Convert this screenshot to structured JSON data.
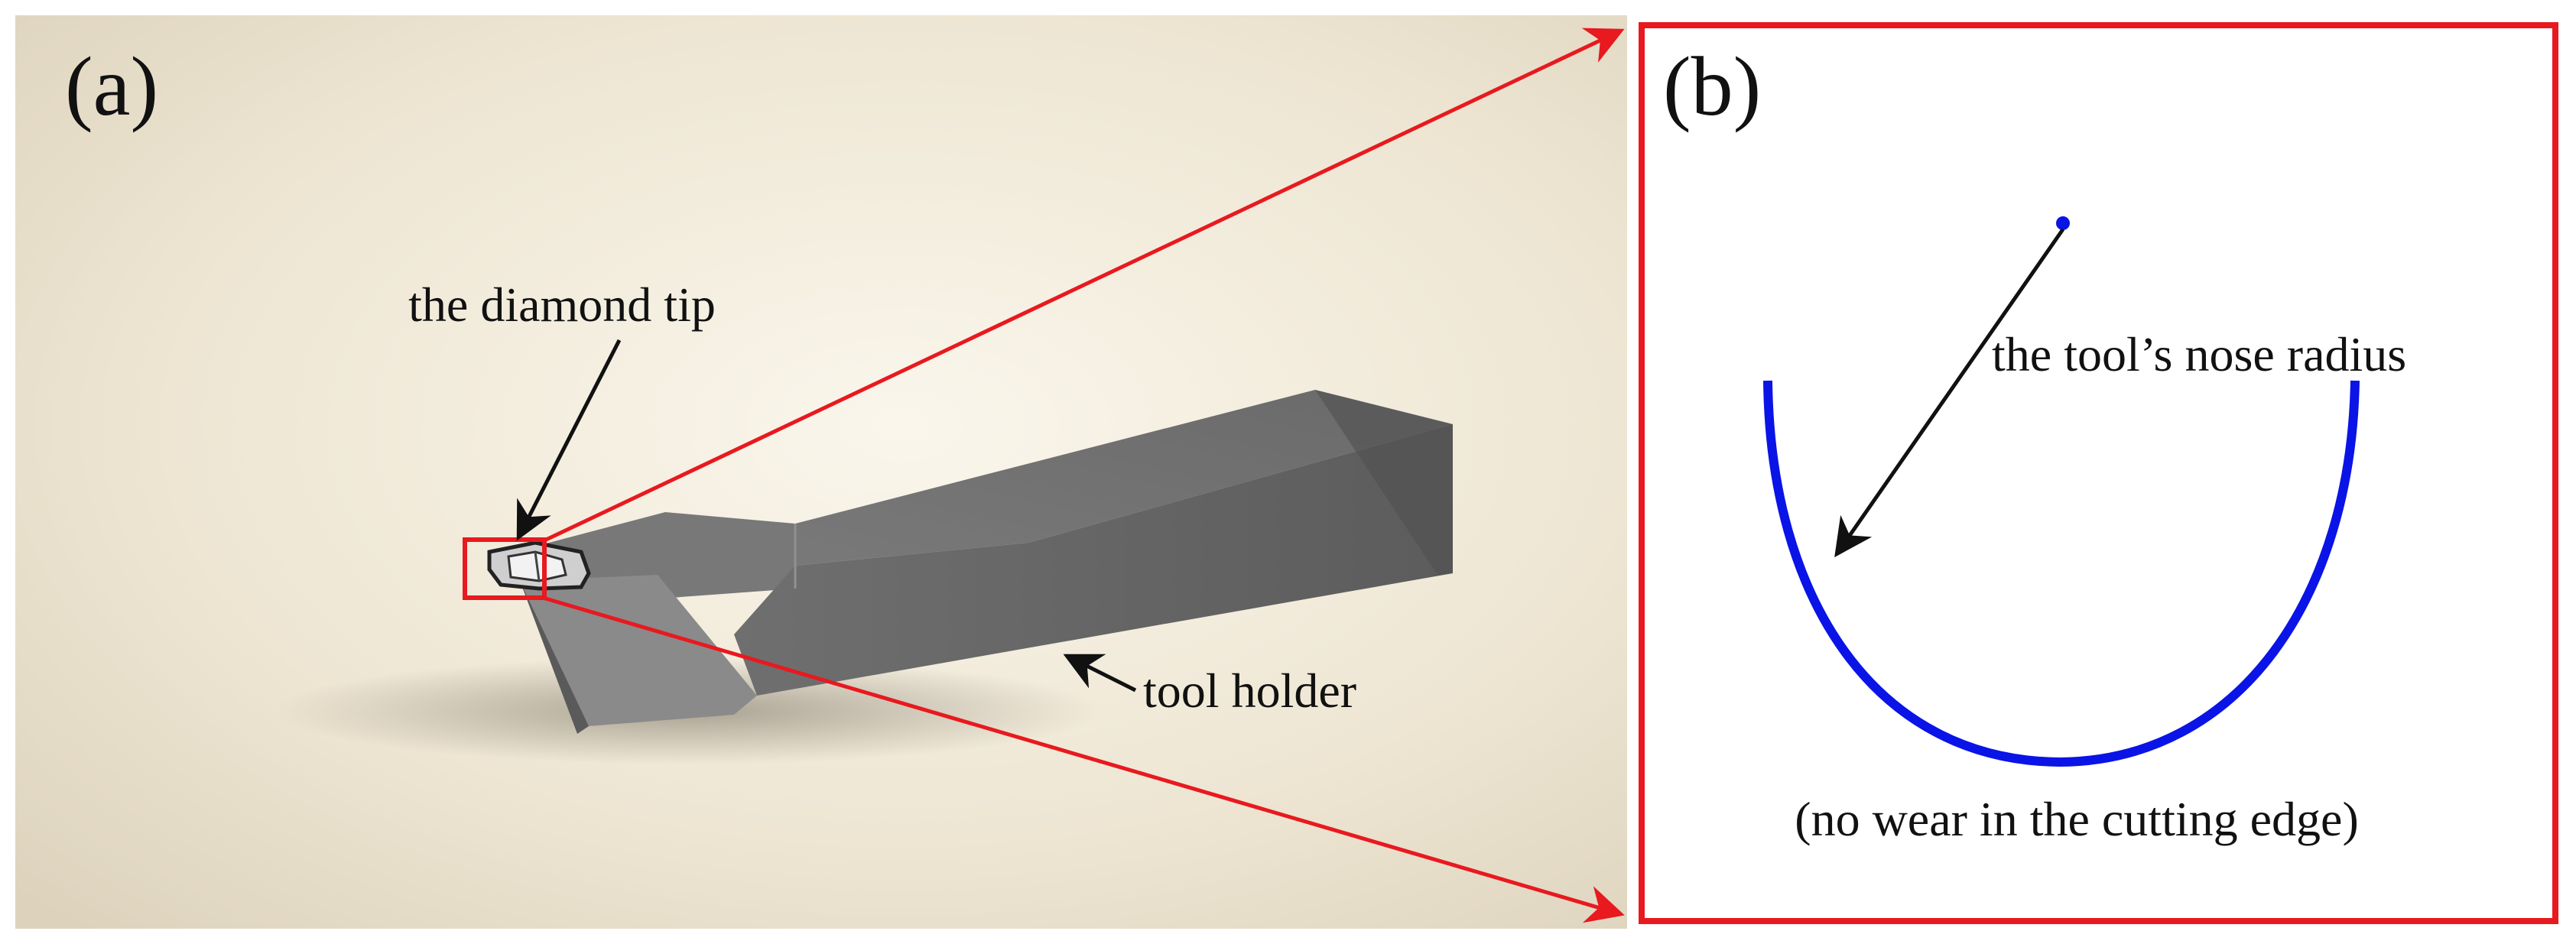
{
  "panel_a": {
    "label": "(a)",
    "annotations": {
      "tip": "the diamond tip",
      "holder": "tool holder"
    }
  },
  "panel_b": {
    "label": "(b)",
    "annotations": {
      "radius": "the tool’s nose radius",
      "caption": "(no wear in the cutting edge)"
    }
  },
  "colors": {
    "frame_red": "#e8191f",
    "arc_blue": "#0a14e6",
    "holder_gray": "#6b6b6b"
  }
}
